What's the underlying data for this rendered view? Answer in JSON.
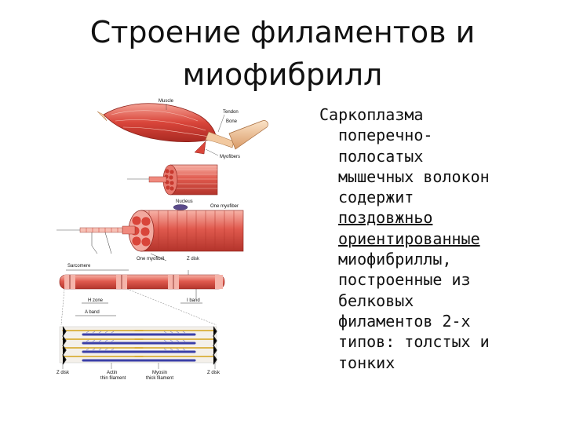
{
  "slide": {
    "title_line1": "Строение филаментов и",
    "title_line2": "миофибрилл",
    "body_lines": [
      "Саркоплазма",
      "поперечно-",
      "полосатых",
      "мышечных волокон",
      "содержит",
      "поздовжньо",
      "ориентированные",
      "миофибриллы,",
      "построенные из",
      "белковых",
      "филаментов 2-х",
      "типов: толстых и",
      "тонких"
    ]
  },
  "figure": {
    "labels": {
      "muscle": "Muscle",
      "tendon": "Tendon",
      "bone": "Bone",
      "myofibers": "Myofibers",
      "nucleus": "Nucleus",
      "one_myofiber": "One myofiber",
      "one_myofibril": "One myofibril",
      "z_disk_top": "Z disk",
      "sarcomere": "Sarcomere",
      "h_zone": "H zone",
      "a_band": "A band",
      "i_band": "I band",
      "z_disk_left": "Z disk",
      "actin": "Actin",
      "thin_filament": "thin filament",
      "myosin": "Myosin",
      "thick_filament": "thick filament",
      "z_disk_right": "Z disk"
    }
  },
  "colors": {
    "muscle_red": "#d9453a",
    "muscle_light": "#f08a7e",
    "tendon_tan": "#f2c9a0",
    "thick_blue": "#3b3fa8",
    "thin_gold": "#d4a21a"
  }
}
